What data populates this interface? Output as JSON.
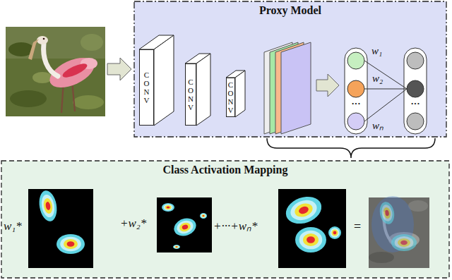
{
  "diagram": {
    "nodes": [
      {
        "text": [
          "Proxy Model"
        ]
      },
      {
        "text": [
          "CONV"
        ],
        "in": 0
      },
      {
        "text": [
          "CONV"
        ],
        "in": 0
      },
      {
        "text": [
          "CONV"
        ],
        "in": 0
      },
      {
        "text": [
          "Class Activation Mapping"
        ]
      }
    ],
    "labels": [
      "w₁",
      "w₂",
      "···",
      "wₙ",
      "···",
      "w₁*",
      "+w₂*",
      "+···+wₙ*",
      "="
    ]
  }
}
